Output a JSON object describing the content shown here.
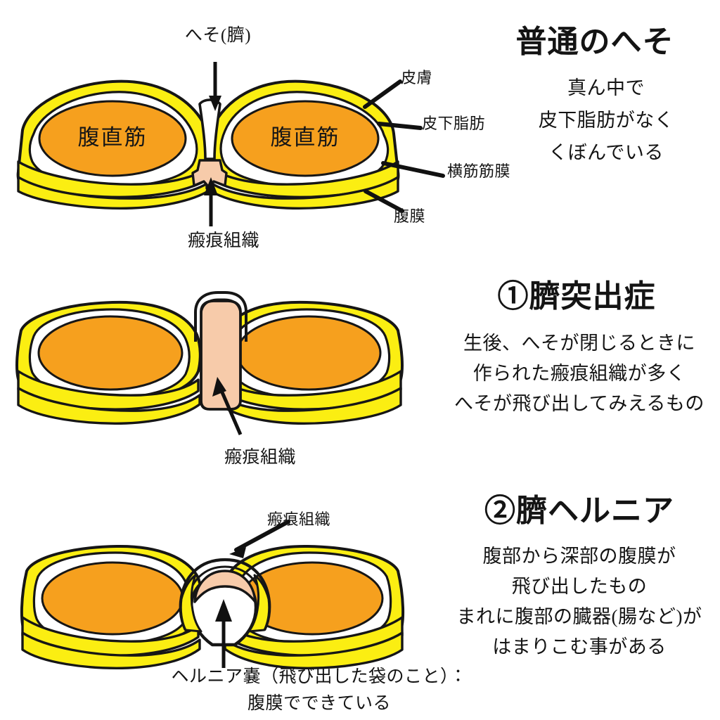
{
  "palette": {
    "background": "#ffffff",
    "muscle_orange": "#F6A01E",
    "fat_yellow": "#FBEE12",
    "scar_peach": "#F7CBAA",
    "outline_black": "#161616",
    "text_black": "#141414",
    "sac_white": "#ffffff"
  },
  "sections": [
    {
      "id": "normal-navel",
      "heading": "普通のへそ",
      "description": [
        "真ん中で",
        "皮下脂肪がなく",
        "くぼんでいる"
      ],
      "pointer_label": "へそ(臍)",
      "bottom_label": "瘢痕組織",
      "muscle_labels": [
        "腹直筋",
        "腹直筋"
      ],
      "annotations": [
        {
          "id": "skin",
          "label": "皮膚"
        },
        {
          "id": "subcutaneous-fat",
          "label": "皮下脂肪"
        },
        {
          "id": "transversalis-fascia",
          "label": "横筋筋膜"
        },
        {
          "id": "peritoneum",
          "label": "腹膜"
        }
      ]
    },
    {
      "id": "umbilical-protrusion",
      "heading": "①臍突出症",
      "description": [
        "生後、へそが閉じるときに",
        "作られた瘢痕組織が多く",
        "へそが飛び出してみえるもの"
      ],
      "bottom_label": "瘢痕組織"
    },
    {
      "id": "umbilical-hernia",
      "heading": "②臍ヘルニア",
      "description": [
        "腹部から深部の腹膜が",
        "飛び出したもの",
        "まれに腹部の臓器(腸など)が",
        "はまりこむ事がある"
      ],
      "scar_label": "瘢痕組織",
      "caption": [
        "ヘルニア嚢（飛び出した袋のこと）：",
        "腹膜でできている"
      ]
    }
  ]
}
